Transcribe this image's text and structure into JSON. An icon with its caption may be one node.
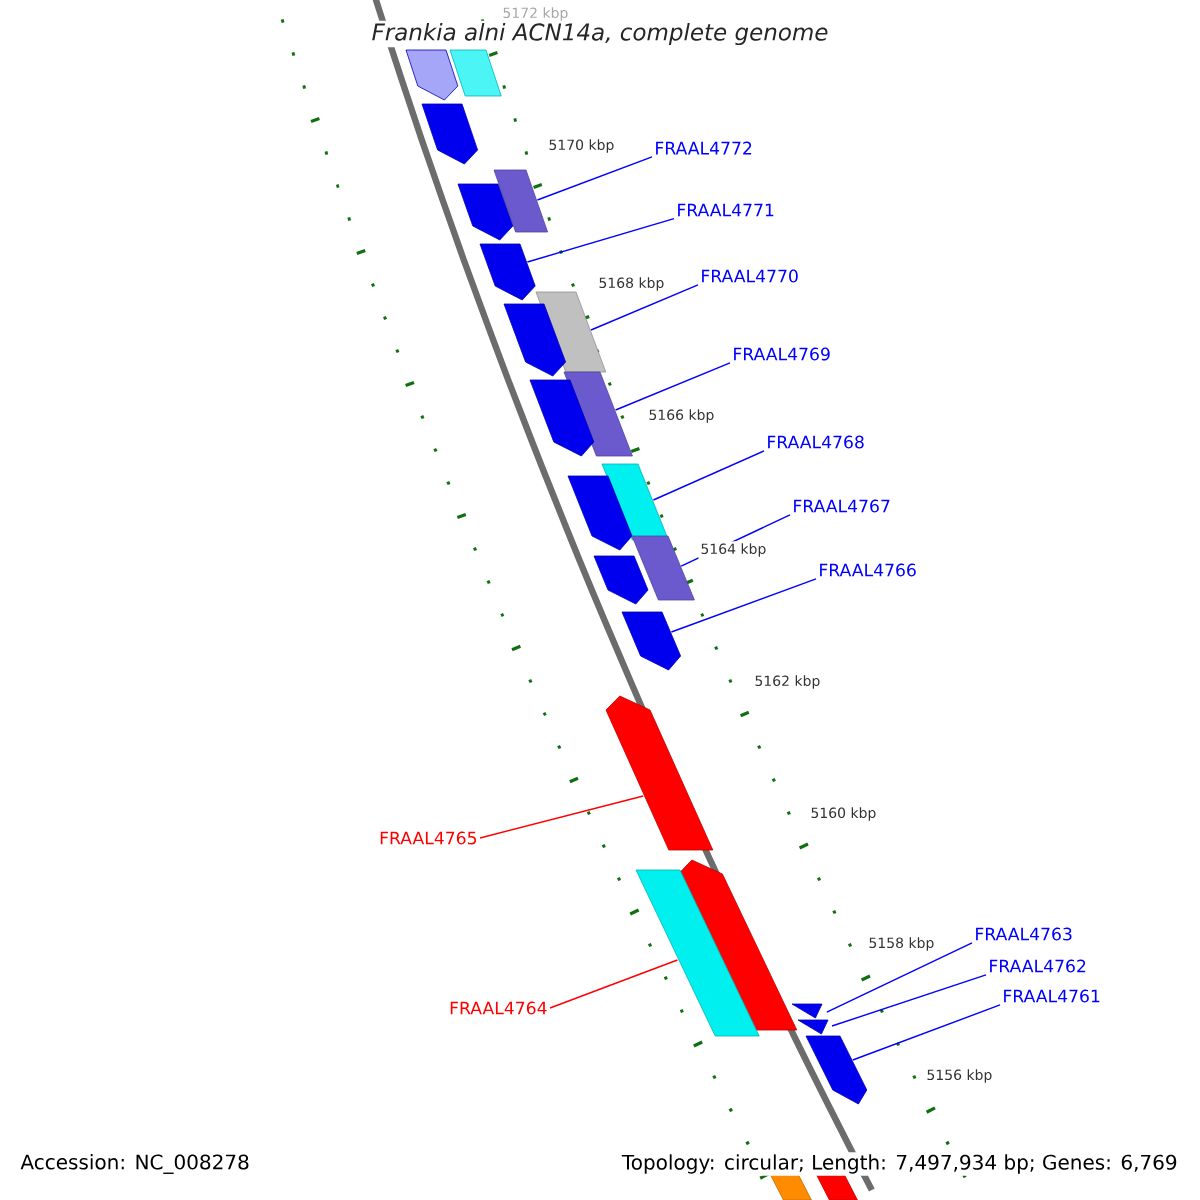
{
  "diagram": {
    "title": "Frankia alni ACN14a, complete genome",
    "nodes": [
      {
        "text": [
          "FRAAL4772"
        ]
      },
      {
        "text": [
          "FRAAL4771"
        ]
      },
      {
        "text": [
          "FRAAL4770"
        ]
      },
      {
        "text": [
          "FRAAL4769"
        ]
      },
      {
        "text": [
          "FRAAL4768"
        ]
      },
      {
        "text": [
          "FRAAL4767"
        ]
      },
      {
        "text": [
          "FRAAL4766"
        ]
      },
      {
        "text": [
          "FRAAL4765"
        ]
      },
      {
        "text": [
          "FRAAL4764"
        ]
      },
      {
        "text": [
          "FRAAL4763"
        ]
      },
      {
        "text": [
          "FRAAL4762"
        ]
      },
      {
        "text": [
          "FRAAL4761"
        ]
      },
      {
        "text": [],
        "shape": "arrow"
      },
      {
        "text": [],
        "shape": "box"
      },
      {
        "text": [],
        "shape": "arrow"
      },
      {
        "text": [],
        "shape": "box"
      },
      {
        "text": [],
        "shape": "arrow"
      },
      {
        "text": [],
        "shape": "arrow"
      },
      {
        "text": [],
        "shape": "box"
      },
      {
        "text": [],
        "shape": "arrow"
      },
      {
        "text": [],
        "shape": "box"
      },
      {
        "text": [],
        "shape": "arrow"
      },
      {
        "text": [],
        "shape": "box"
      },
      {
        "text": [],
        "shape": "arrow"
      },
      {
        "text": [],
        "shape": "box"
      },
      {
        "text": [],
        "shape": "arrow"
      },
      {
        "text": [],
        "shape": "arrow"
      },
      {
        "text": [],
        "shape": "arrow"
      },
      {
        "text": [],
        "shape": "arrow"
      },
      {
        "text": [],
        "shape": "box"
      },
      {
        "text": [],
        "shape": "arrow"
      },
      {
        "text": [],
        "shape": "arrow"
      },
      {
        "text": [],
        "shape": "arrow"
      },
      {
        "text": [],
        "shape": "box"
      },
      {
        "text": [],
        "shape": "box"
      }
    ],
    "edges": [
      {
        "from": 0,
        "to": 15,
        "arrow": "none"
      },
      {
        "from": 1,
        "to": 17,
        "arrow": "none"
      },
      {
        "from": 2,
        "to": 18,
        "arrow": "none"
      },
      {
        "from": 3,
        "to": 20,
        "arrow": "none"
      },
      {
        "from": 4,
        "to": 22,
        "arrow": "none"
      },
      {
        "from": 5,
        "to": 24,
        "arrow": "none"
      },
      {
        "from": 6,
        "to": 26,
        "arrow": "none"
      },
      {
        "from": 7,
        "to": 27,
        "arrow": "none",
        "color": "#ff0000"
      },
      {
        "from": 8,
        "to": 29,
        "arrow": "none",
        "color": "#ff0000"
      },
      {
        "from": 9,
        "to": 30,
        "arrow": "none"
      },
      {
        "from": 10,
        "to": 31,
        "arrow": "none"
      },
      {
        "from": 11,
        "to": 32,
        "arrow": "none"
      }
    ],
    "labels": [
      "5172 kbp",
      "5170 kbp",
      "5168 kbp",
      "5166 kbp",
      "5164 kbp",
      "5162 kbp",
      "5160 kbp",
      "5158 kbp",
      "5156 kbp",
      "Accession: NC_008278",
      "Topology: circular; Length: 7,497,934 bp; Genes: 6,769"
    ]
  }
}
